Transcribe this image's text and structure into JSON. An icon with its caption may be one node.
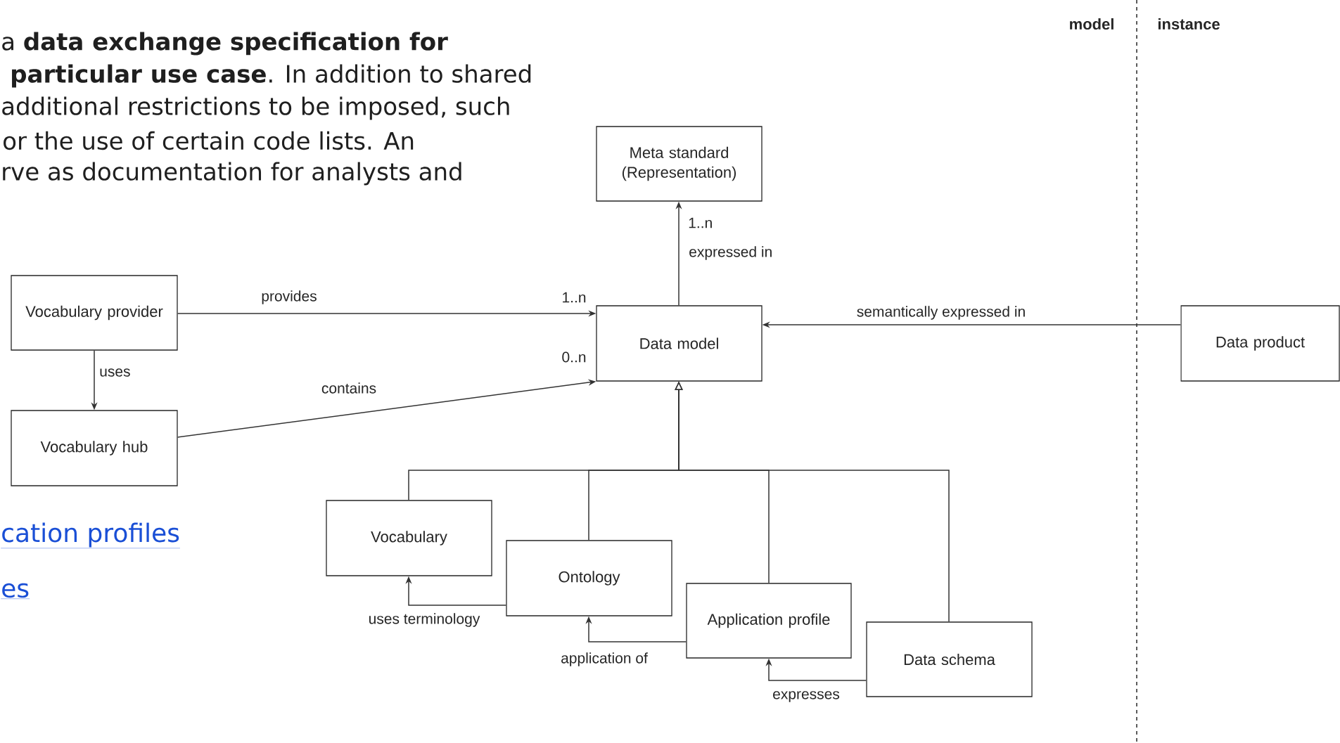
{
  "diagram": {
    "nodes": [
      {
        "text": [
          "Meta standard (Representation)"
        ]
      },
      {
        "text": [
          "Vocabulary provider"
        ]
      },
      {
        "text": [
          "Data model"
        ]
      },
      {
        "text": [
          "Data product"
        ]
      },
      {
        "text": [
          "Vocabulary hub"
        ]
      },
      {
        "text": [
          "Vocabulary"
        ]
      },
      {
        "text": [
          "Ontology"
        ]
      },
      {
        "text": [
          "Application profile"
        ]
      },
      {
        "text": [
          "Data schema"
        ]
      }
    ],
    "edges": [
      {
        "from": 2,
        "to": 0,
        "arrow": "to",
        "label": "expressed in"
      },
      {
        "from": 1,
        "to": 2,
        "arrow": "to",
        "label": "provides"
      },
      {
        "from": 1,
        "to": 4,
        "arrow": "to",
        "label": "uses"
      },
      {
        "from": 4,
        "to": 2,
        "arrow": "to",
        "label": "contains"
      },
      {
        "from": 3,
        "to": 2,
        "arrow": "to",
        "label": "semantically expressed in"
      },
      {
        "from": 5,
        "to": 2,
        "arrow": "to"
      },
      {
        "from": 6,
        "to": 2,
        "arrow": "to"
      },
      {
        "from": 7,
        "to": 2,
        "arrow": "to"
      },
      {
        "from": 8,
        "to": 2,
        "arrow": "to"
      },
      {
        "from": 6,
        "to": 5,
        "arrow": "to",
        "label": "uses terminology"
      },
      {
        "from": 7,
        "to": 6,
        "arrow": "to",
        "label": "application of"
      },
      {
        "from": 8,
        "to": 7,
        "arrow": "to",
        "label": "expresses"
      }
    ],
    "labels": [
      "a **data exchange specification for**",
      "**particular use case**. In addition to shared",
      "additional restrictions to be imposed, such",
      "or the use of certain code lists. An",
      "rve as documentation for analysts and",
      "model",
      "instance",
      "1..n",
      "1..n",
      "0..n",
      "cation profiles",
      "es"
    ]
  }
}
